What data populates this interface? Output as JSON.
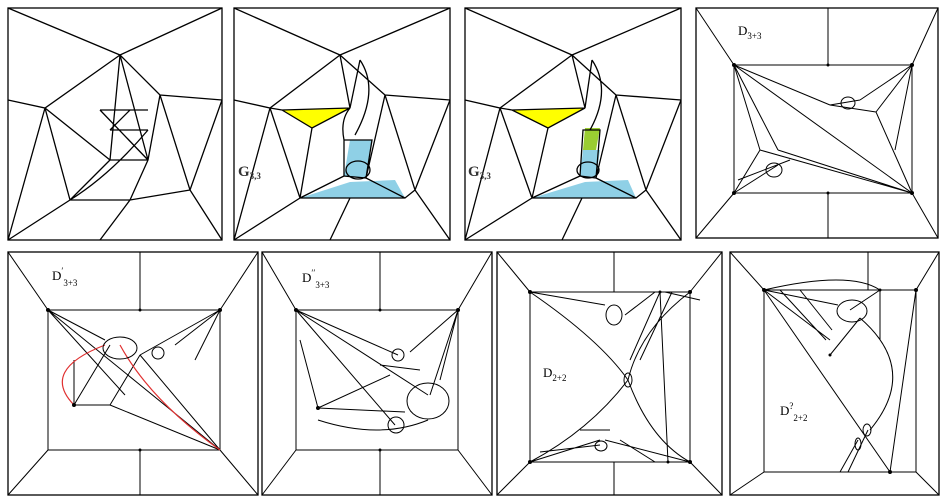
{
  "panels": [
    {
      "id": "p1",
      "label": ""
    },
    {
      "id": "p2",
      "label_main": "G",
      "label_sub": "3,3"
    },
    {
      "id": "p3",
      "label_main": "G",
      "label_sub": "3,3"
    },
    {
      "id": "p4",
      "label_main": "D",
      "label_sub": "3+3"
    },
    {
      "id": "p5",
      "label_main": "D",
      "label_sup": "′",
      "label_sub": "3+3"
    },
    {
      "id": "p6",
      "label_main": "D",
      "label_sup": "′′",
      "label_sub": "3+3"
    },
    {
      "id": "p7",
      "label_main": "D",
      "label_sub": "2+2"
    },
    {
      "id": "p8",
      "label_main": "D",
      "label_sup": "?",
      "label_sub": "2+2"
    }
  ],
  "colors": {
    "yellow_region": "#ffff00",
    "blue_region": "#8fd0e6",
    "green_region": "#9acd32",
    "red_curve": "#e03030"
  }
}
